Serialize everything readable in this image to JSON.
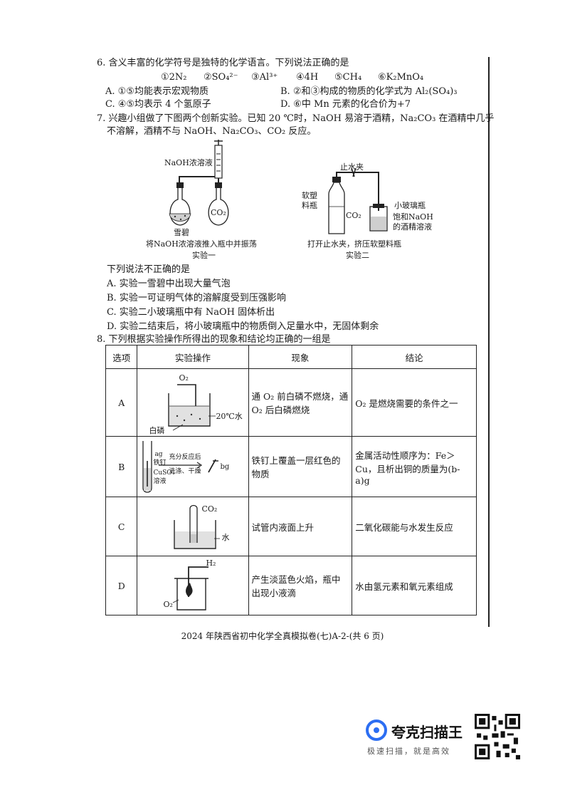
{
  "q6": {
    "stem": "6. 含义丰富的化学符号是独特的化学语言。下列说法正确的是",
    "symbols": [
      "①2N₂",
      "②SO₄²⁻",
      "③Al³⁺",
      "④4H",
      "⑤CH₄",
      "⑥K₂MnO₄"
    ],
    "options": {
      "A": "A. ①⑤均能表示宏观物质",
      "B": "B. ②和③构成的物质的化学式为 Al₂(SO₄)₃",
      "C": "C. ④⑤均表示 4 个氢原子",
      "D": "D. ⑥中 Mn 元素的化合价为+7"
    }
  },
  "q7": {
    "stem1": "7. 兴趣小组做了下图两个创新实验。已知 20 ℃时，NaOH 易溶于酒精，Na₂CO₃ 在酒精中几乎",
    "stem2": "不溶解，酒精不与 NaOH、Na₂CO₃、CO₂ 反应。",
    "exp1": {
      "label_naoh": "NaOH浓溶液",
      "label_co2": "CO₂",
      "label_sprite": "雪碧",
      "caption": "将NaOH浓溶液推入瓶中并振荡",
      "title": "实验一"
    },
    "exp2": {
      "label_clamp": "止水夹",
      "label_bottle": "软塑",
      "label_bottle2": "料瓶",
      "label_co2": "CO₂",
      "label_small": "小玻璃瓶",
      "label_sat1": "饱和NaOH",
      "label_sat2": "的酒精溶液",
      "caption": "打开止水夹，挤压软塑料瓶",
      "title": "实验二"
    },
    "question": "下列说法不正确的是",
    "options": {
      "A": "A. 实验一雪碧中出现大量气泡",
      "B": "B. 实验一可证明气体的溶解度受到压强影响",
      "C": "C. 实验二小玻璃瓶中有 NaOH 固体析出",
      "D": "D. 实验二结束后，将小玻璃瓶中的物质倒入足量水中，无固体剩余"
    }
  },
  "q8": {
    "stem": "8. 下列根据实验操作所得出的现象和结论均正确的一组是",
    "headers": [
      "选项",
      "实验操作",
      "现象",
      "结论"
    ],
    "rows": [
      {
        "option": "A",
        "labels": [
          "O₂",
          "20℃水",
          "白磷"
        ],
        "phenomenon": "通 O₂ 前白磷不燃烧，通 O₂ 后白磷燃烧",
        "conclusion": "O₂ 是燃烧需要的条件之一"
      },
      {
        "option": "B",
        "labels": [
          "ag",
          "铁钉",
          "CuSO₄",
          "溶液",
          "充分反应后",
          "洗涤、干燥",
          "bg"
        ],
        "phenomenon": "铁钉上覆盖一层红色的物质",
        "conclusion": "金属活动性顺序为：Fe＞Cu，且析出铜的质量为(b-a)g"
      },
      {
        "option": "C",
        "labels": [
          "CO₂",
          "水"
        ],
        "phenomenon": "试管内液面上升",
        "conclusion": "二氧化碳能与水发生反应"
      },
      {
        "option": "D",
        "labels": [
          "H₂",
          "O₂"
        ],
        "phenomenon": "产生淡蓝色火焰，瓶中出现小液滴",
        "conclusion": "水由氢元素和氧元素组成"
      }
    ]
  },
  "footer": "2024 年陕西省初中化学全真模拟卷(七)A-2-(共 6 页)",
  "scanner": {
    "title": "夸克扫描王",
    "slogan": "极速扫描，就是高效"
  }
}
